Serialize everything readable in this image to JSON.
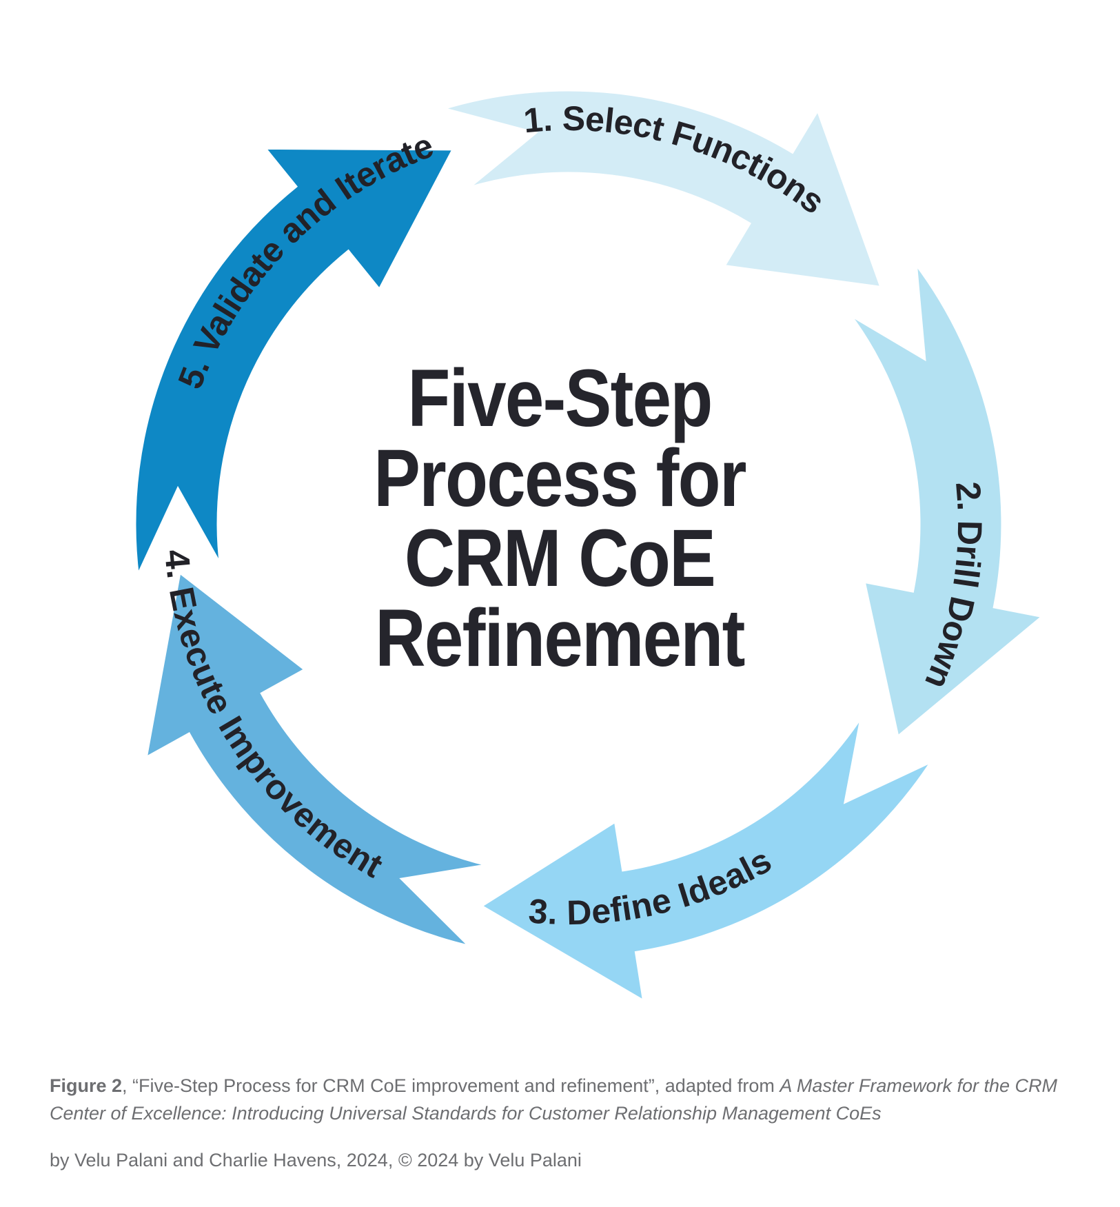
{
  "diagram": {
    "title_lines": [
      "Five-Step",
      "Process for",
      "CRM CoE",
      "Refinement"
    ],
    "steps": [
      {
        "label": "1. Select Functions",
        "color": "#d3ecf6"
      },
      {
        "label": "2. Drill Down",
        "color": "#b3e1f2"
      },
      {
        "label": "3. Define Ideals",
        "color": "#95d6f4"
      },
      {
        "label": "4. Execute Improvement",
        "color": "#64b2de"
      },
      {
        "label": "5. Validate and Iterate",
        "color": "#0e88c5"
      }
    ]
  },
  "caption": {
    "figure_label": "Figure 2",
    "quote": ", “Five-Step Process for CRM CoE improvement and refinement”, adapted from ",
    "book_title": "A Master Framework for the CRM Center of Excellence: Introducing Universal Standards for Customer Relationship Management CoEs",
    "credit": "by Velu Palani and Charlie Havens, 2024, © 2024 by Velu Palani"
  }
}
